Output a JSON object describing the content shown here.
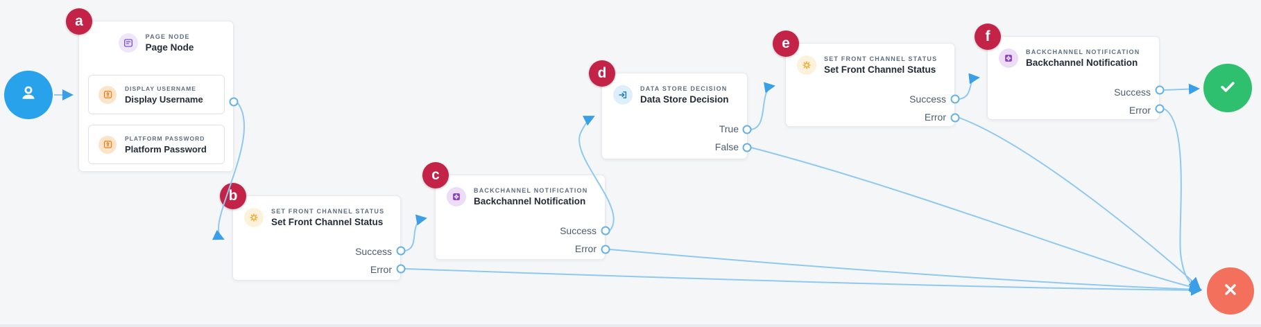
{
  "colors": {
    "background": "#F5F6F8",
    "connector": "#8FC9F0",
    "arrowhead": "#3B9FE8",
    "badge": "#C32346",
    "start_terminal": "#29A2EC",
    "success_terminal": "#2EC06E",
    "error_terminal": "#F2705C",
    "page_icon": "#7B4FD8",
    "contact_icon": "#ED7D1B",
    "gear_icon": "#EFAE3E",
    "backchannel_icon": "#8F44C8",
    "datastore_icon": "#1B7AC2"
  },
  "nodes": {
    "a": {
      "badge": "a",
      "type_label": "PAGE NODE",
      "title": "Page Node",
      "children": [
        {
          "type_label": "DISPLAY USERNAME",
          "title": "Display Username"
        },
        {
          "type_label": "PLATFORM PASSWORD",
          "title": "Platform Password"
        }
      ]
    },
    "b": {
      "badge": "b",
      "type_label": "SET FRONT CHANNEL STATUS",
      "title": "Set Front Channel Status",
      "outputs": [
        "Success",
        "Error"
      ]
    },
    "c": {
      "badge": "c",
      "type_label": "BACKCHANNEL NOTIFICATION",
      "title": "Backchannel Notification",
      "outputs": [
        "Success",
        "Error"
      ]
    },
    "d": {
      "badge": "d",
      "type_label": "DATA STORE DECISION",
      "title": "Data Store Decision",
      "outputs": [
        "True",
        "False"
      ]
    },
    "e": {
      "badge": "e",
      "type_label": "SET FRONT CHANNEL STATUS",
      "title": "Set Front Channel Status",
      "outputs": [
        "Success",
        "Error"
      ]
    },
    "f": {
      "badge": "f",
      "type_label": "BACKCHANNEL NOTIFICATION",
      "title": "Backchannel Notification",
      "outputs": [
        "Success",
        "Error"
      ]
    }
  },
  "connections": [
    {
      "from": "start",
      "to": "a"
    },
    {
      "from": "a",
      "to": "b"
    },
    {
      "from": "b",
      "output": "Success",
      "to": "c"
    },
    {
      "from": "b",
      "output": "Error",
      "to": "error-terminal"
    },
    {
      "from": "c",
      "output": "Success",
      "to": "d"
    },
    {
      "from": "c",
      "output": "Error",
      "to": "error-terminal"
    },
    {
      "from": "d",
      "output": "True",
      "to": "e"
    },
    {
      "from": "d",
      "output": "False",
      "to": "error-terminal"
    },
    {
      "from": "e",
      "output": "Success",
      "to": "f"
    },
    {
      "from": "e",
      "output": "Error",
      "to": "error-terminal"
    },
    {
      "from": "f",
      "output": "Success",
      "to": "success-terminal"
    },
    {
      "from": "f",
      "output": "Error",
      "to": "error-terminal"
    }
  ]
}
